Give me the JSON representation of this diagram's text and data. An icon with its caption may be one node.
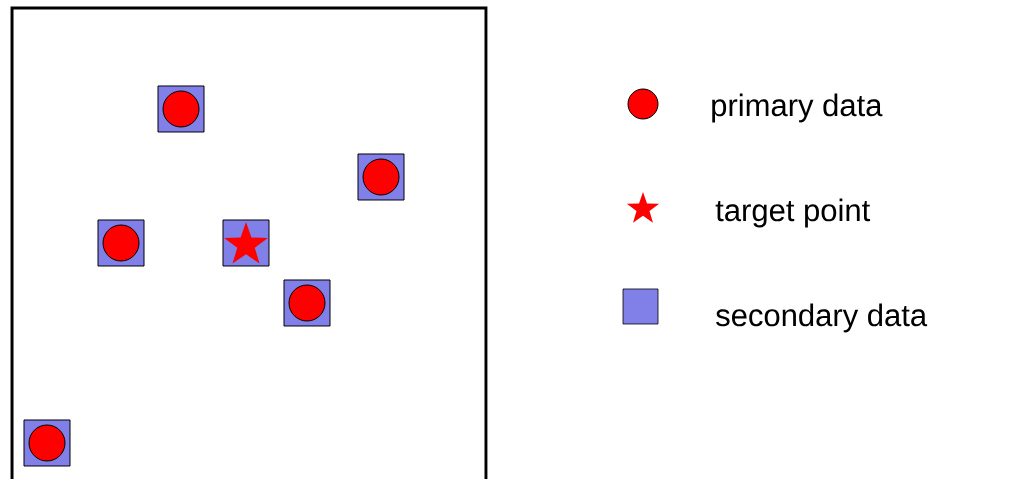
{
  "diagram": {
    "legend": [
      {
        "text": "primary data"
      },
      {
        "text": "target point"
      },
      {
        "text": "secondary data",
        "color": "#8080e8"
      }
    ]
  }
}
